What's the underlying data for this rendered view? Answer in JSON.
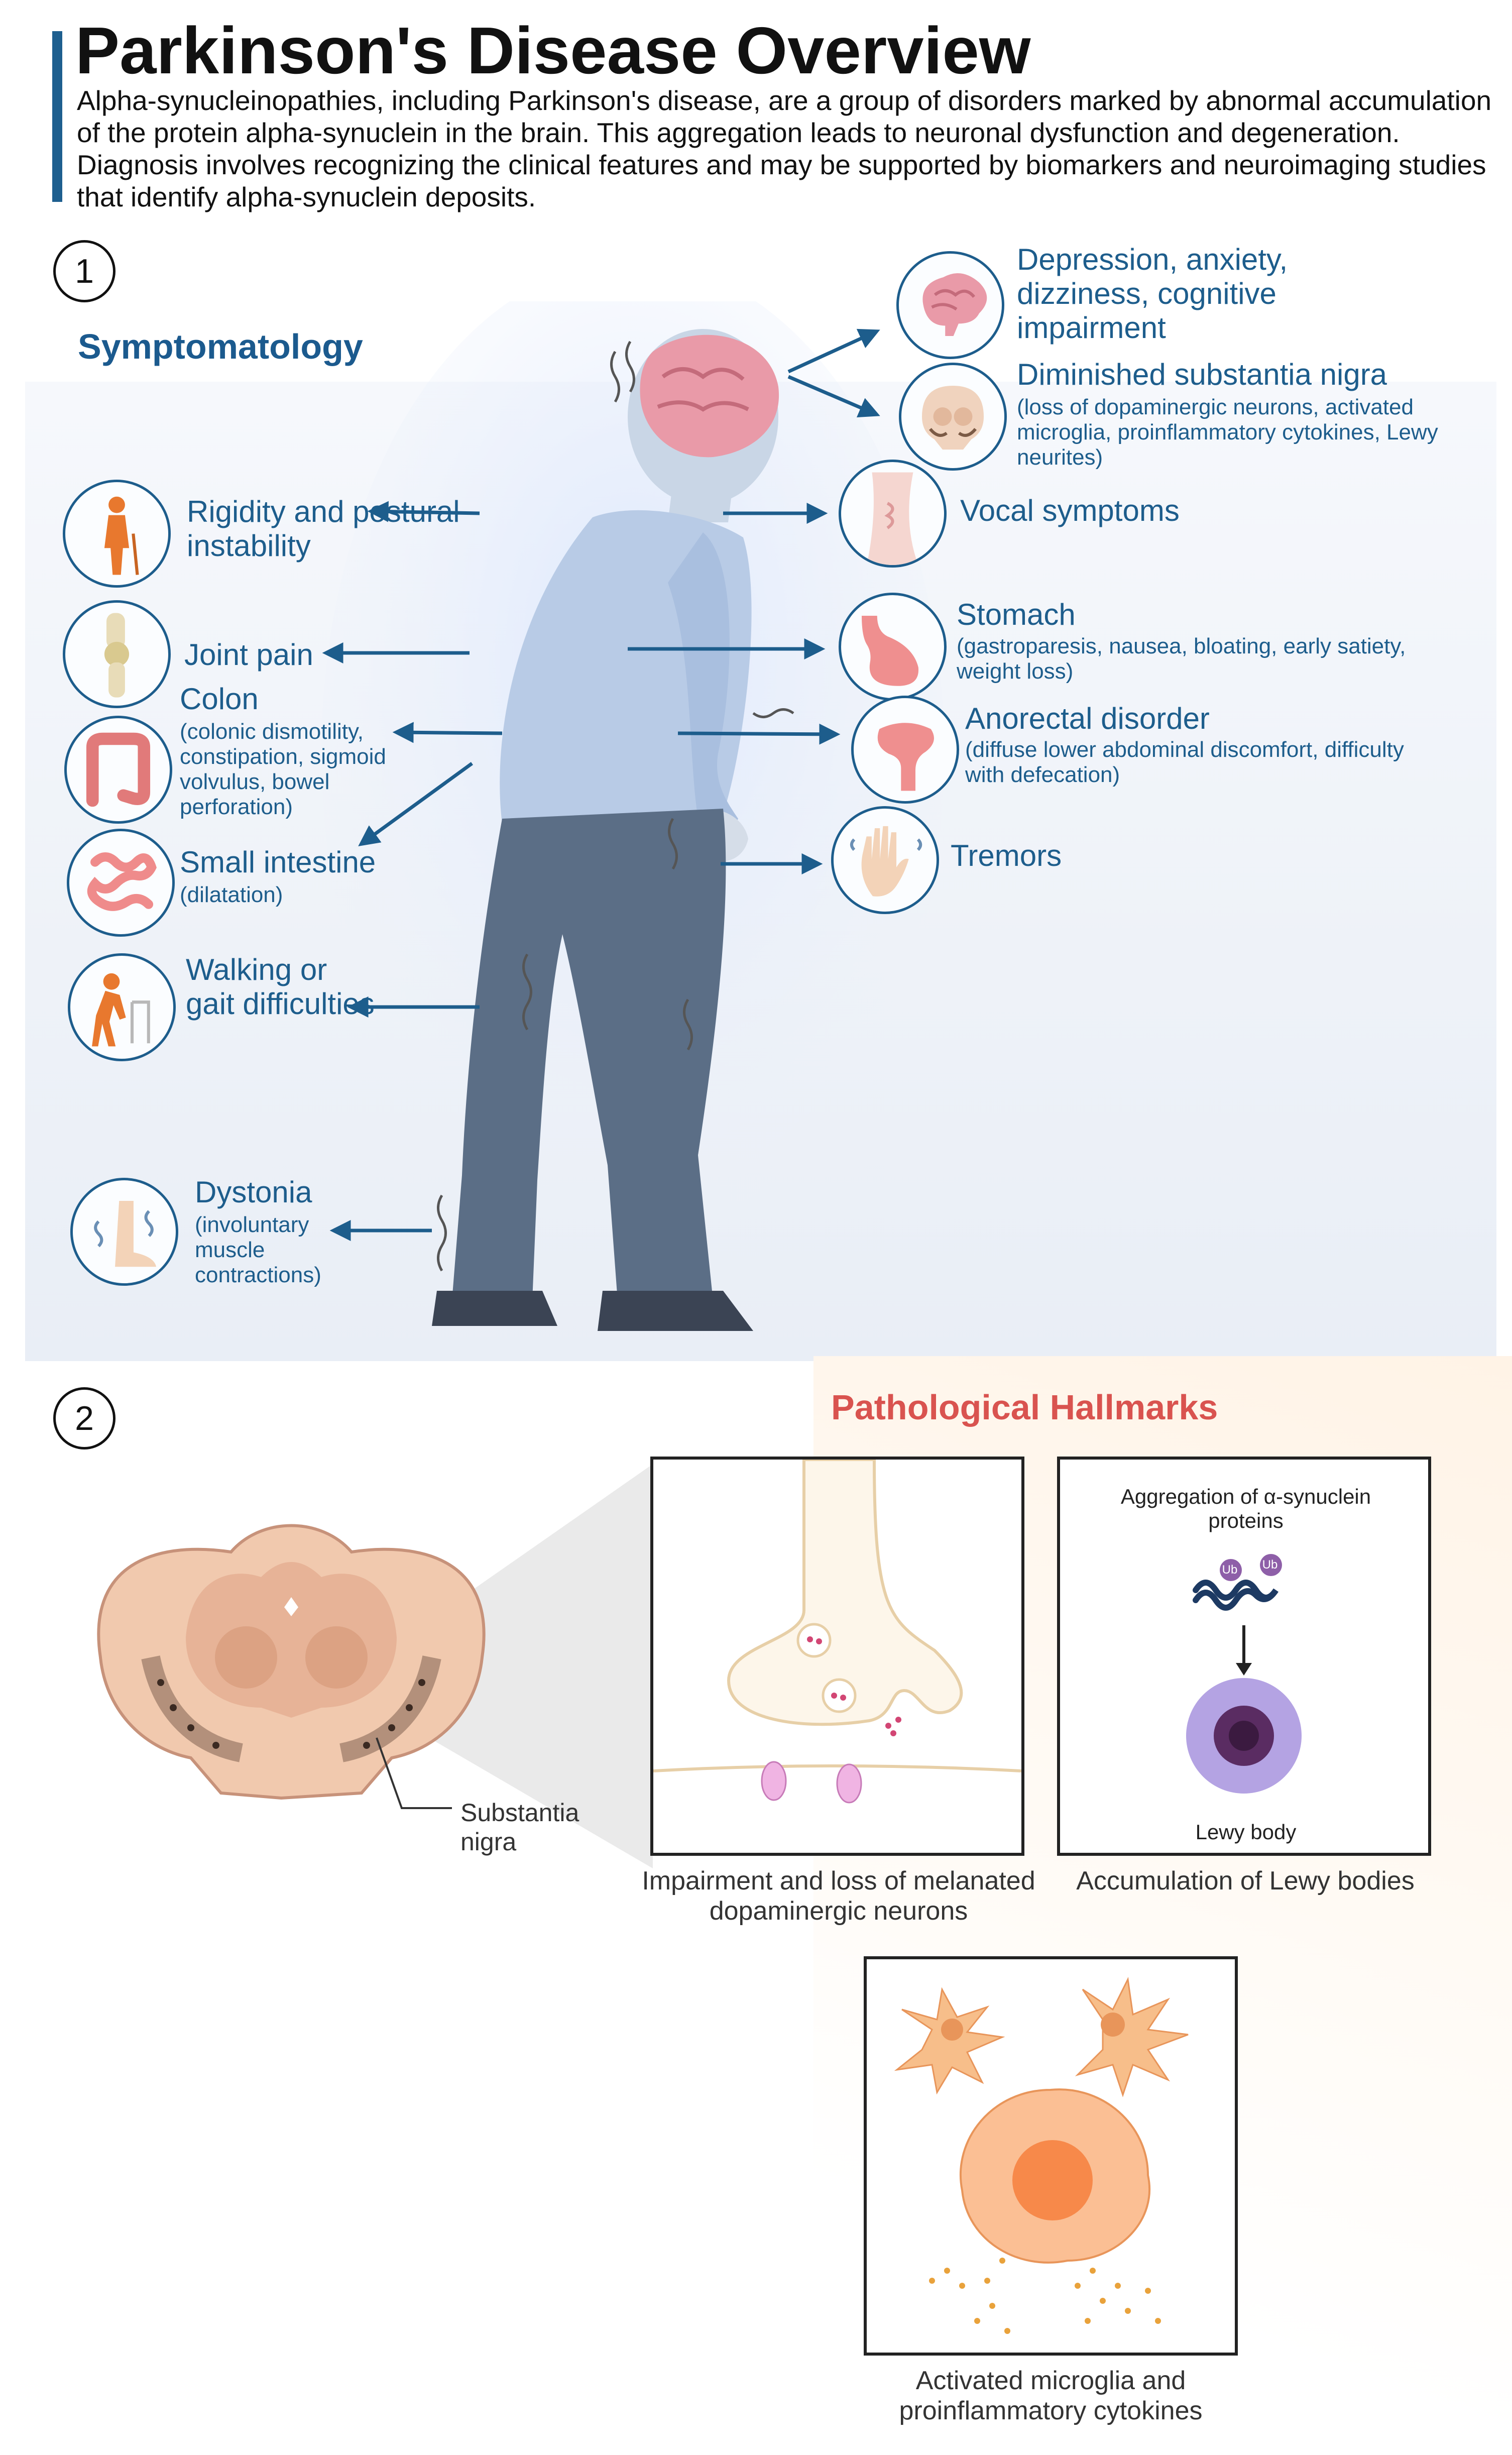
{
  "title": "Parkinson's Disease Overview",
  "intro": "Alpha-synucleinopathies, including Parkinson's disease, are a group of disorders marked by abnormal accumulation of the protein alpha-synuclein in the brain. This aggregation leads to neuronal dysfunction and degeneration. Diagnosis involves recognizing the clinical features and may be supported by biomarkers and neuroimaging studies that identify alpha-synuclein deposits.",
  "section1": {
    "number": "1",
    "title": "Symptomatology",
    "left": [
      {
        "label": "Rigidity and postural instability",
        "sub": "",
        "icon": "person-standing-cane-icon"
      },
      {
        "label": "Joint pain",
        "sub": "",
        "icon": "knee-joint-icon"
      },
      {
        "label": "Colon",
        "sub": "(colonic dismotility, constipation, sigmoid volvulus, bowel perforation)",
        "icon": "colon-icon"
      },
      {
        "label": "Small intestine",
        "sub": "(dilatation)",
        "icon": "small-intestine-icon"
      },
      {
        "label": "Walking or gait difficulties",
        "sub": "",
        "icon": "walker-person-icon"
      },
      {
        "label": "Dystonia",
        "sub": "(involuntary muscle contractions)",
        "icon": "foot-dystonia-icon"
      }
    ],
    "right": [
      {
        "label": "Depression, anxiety, dizziness, cognitive impairment",
        "sub": "",
        "icon": "brain-icon"
      },
      {
        "label": "Diminished substantia nigra",
        "sub": "(loss of dopaminergic neurons, activated microglia, proinflammatory cytokines, Lewy neurites)",
        "icon": "midbrain-section-icon"
      },
      {
        "label": "Vocal symptoms",
        "sub": "",
        "icon": "throat-icon"
      },
      {
        "label": "Stomach",
        "sub": "(gastroparesis, nausea, bloating, early satiety, weight loss)",
        "icon": "stomach-icon"
      },
      {
        "label": "Anorectal disorder",
        "sub": "(diffuse lower abdominal discomfort, difficulty with defecation)",
        "icon": "rectum-icon"
      },
      {
        "label": "Tremors",
        "sub": "",
        "icon": "trembling-hand-icon"
      }
    ]
  },
  "section2": {
    "number": "2",
    "title": "Pathological Hallmarks",
    "substantia_label": "Substantia nigra",
    "neuron_caption": "Impairment and loss of melanated dopaminergic neurons",
    "lewy_top": "Aggregation of α-synuclein proteins",
    "ub_label": "Ub",
    "lewy_body_label": "Lewy body",
    "lewy_caption": "Accumulation of Lewy bodies",
    "microglia_caption": "Activated microglia and proinflammatory cytokines"
  },
  "colors": {
    "accent": "#1e5f8f",
    "hallmark": "#d9534f",
    "arrow": "#1d5d8c"
  }
}
